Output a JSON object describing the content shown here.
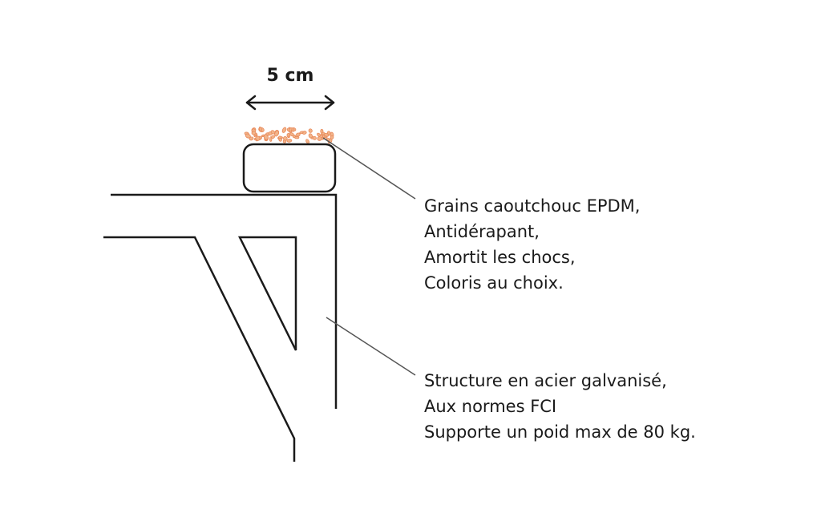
{
  "dimension": {
    "label": "5 cm"
  },
  "annotations": {
    "grains": {
      "lines": [
        "Grains caoutchouc EPDM,",
        "Antidérapant,",
        "Amortit les chocs,",
        "Coloris au choix."
      ]
    },
    "structure": {
      "lines": [
        "Structure en acier galvanisé,",
        "Aux normes FCI",
        "Supporte un poid max de 80 kg."
      ]
    }
  },
  "colors": {
    "stroke": "#1a1a1a",
    "grain_fill": "#f2b48a",
    "grain_outline": "#e8895a",
    "leader": "#555555"
  }
}
